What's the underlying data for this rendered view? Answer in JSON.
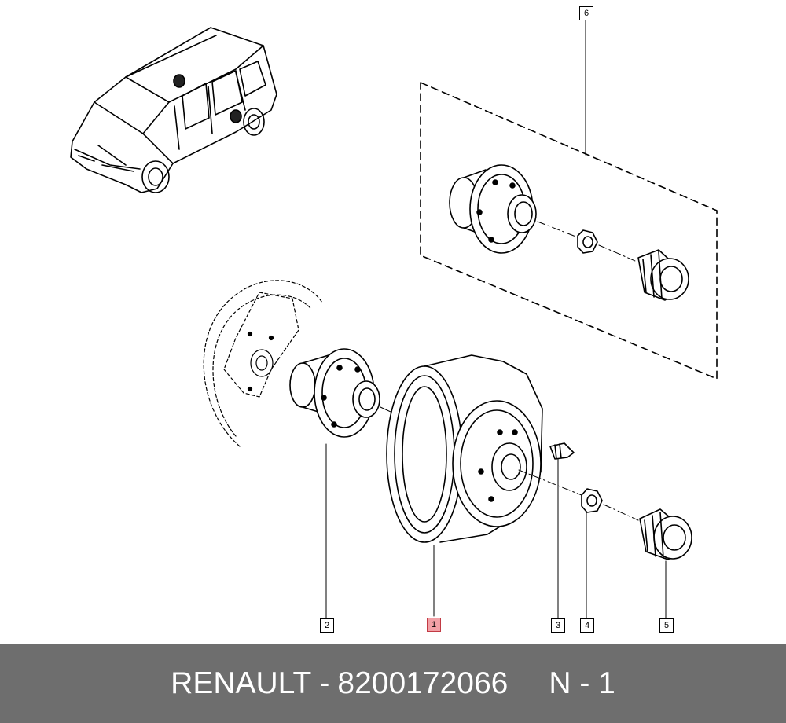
{
  "callouts": {
    "c1": "1",
    "c2": "2",
    "c3": "3",
    "c4": "4",
    "c5": "5",
    "c6": "6"
  },
  "footer": {
    "brand": "RENAULT -",
    "part_number": "8200172066",
    "page": "N - 1"
  },
  "colors": {
    "footer_bg": "#6e6e6e",
    "footer_text": "#ffffff",
    "highlight": "#f2a0a6",
    "line": "#000000"
  }
}
